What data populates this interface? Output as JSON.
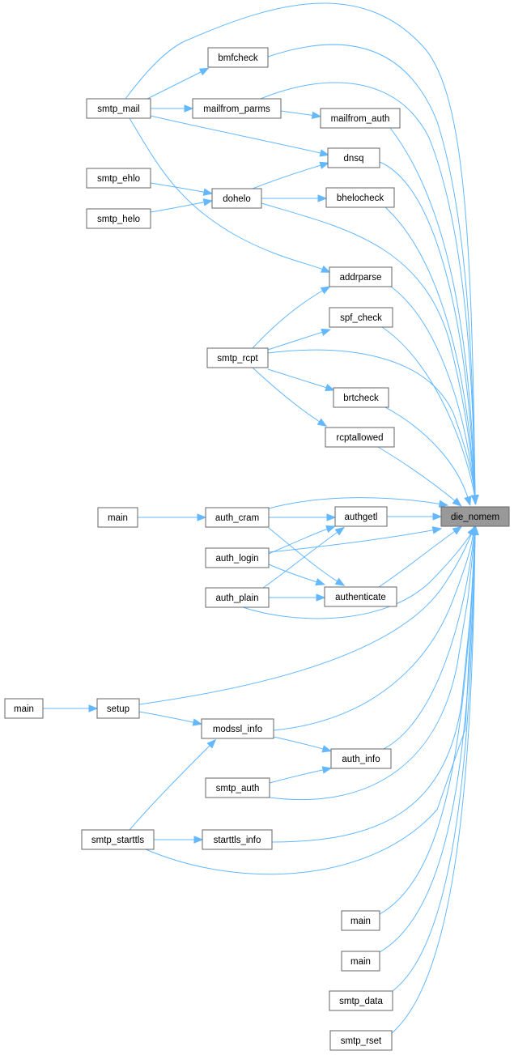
{
  "diagram": {
    "target_label": "die_nomem",
    "nodes": {
      "die_nomem": "die_nomem",
      "bmfcheck": "bmfcheck",
      "smtp_mail": "smtp_mail",
      "mailfrom_parms": "mailfrom_parms",
      "mailfrom_auth": "mailfrom_auth",
      "dnsq": "dnsq",
      "smtp_ehlo": "smtp_ehlo",
      "dohelo": "dohelo",
      "bhelocheck": "bhelocheck",
      "smtp_helo": "smtp_helo",
      "addrparse": "addrparse",
      "spf_check": "spf_check",
      "smtp_rcpt": "smtp_rcpt",
      "brtcheck": "brtcheck",
      "rcptallowed": "rcptallowed",
      "main_1": "main",
      "auth_cram": "auth_cram",
      "authgetl": "authgetl",
      "auth_login": "auth_login",
      "auth_plain": "auth_plain",
      "authenticate": "authenticate",
      "main_2": "main",
      "setup": "setup",
      "modssl_info": "modssl_info",
      "auth_info": "auth_info",
      "smtp_auth": "smtp_auth",
      "smtp_starttls": "smtp_starttls",
      "starttls_info": "starttls_info",
      "main_3": "main",
      "main_4": "main",
      "smtp_data": "smtp_data",
      "smtp_rset": "smtp_rset"
    },
    "edges": [
      [
        "smtp_mail",
        "bmfcheck"
      ],
      [
        "smtp_mail",
        "mailfrom_parms"
      ],
      [
        "smtp_mail",
        "dnsq"
      ],
      [
        "smtp_mail",
        "addrparse"
      ],
      [
        "smtp_mail",
        "die_nomem"
      ],
      [
        "bmfcheck",
        "die_nomem"
      ],
      [
        "mailfrom_parms",
        "mailfrom_auth"
      ],
      [
        "mailfrom_parms",
        "die_nomem"
      ],
      [
        "mailfrom_auth",
        "die_nomem"
      ],
      [
        "dnsq",
        "die_nomem"
      ],
      [
        "smtp_ehlo",
        "dohelo"
      ],
      [
        "smtp_helo",
        "dohelo"
      ],
      [
        "dohelo",
        "dnsq"
      ],
      [
        "dohelo",
        "bhelocheck"
      ],
      [
        "dohelo",
        "die_nomem"
      ],
      [
        "bhelocheck",
        "die_nomem"
      ],
      [
        "addrparse",
        "die_nomem"
      ],
      [
        "smtp_rcpt",
        "addrparse"
      ],
      [
        "smtp_rcpt",
        "spf_check"
      ],
      [
        "smtp_rcpt",
        "brtcheck"
      ],
      [
        "smtp_rcpt",
        "rcptallowed"
      ],
      [
        "smtp_rcpt",
        "die_nomem"
      ],
      [
        "spf_check",
        "die_nomem"
      ],
      [
        "brtcheck",
        "die_nomem"
      ],
      [
        "rcptallowed",
        "die_nomem"
      ],
      [
        "main_1",
        "auth_cram"
      ],
      [
        "auth_cram",
        "authgetl"
      ],
      [
        "auth_cram",
        "authenticate"
      ],
      [
        "auth_cram",
        "die_nomem"
      ],
      [
        "authgetl",
        "die_nomem"
      ],
      [
        "auth_login",
        "authgetl"
      ],
      [
        "auth_login",
        "authenticate"
      ],
      [
        "auth_login",
        "die_nomem"
      ],
      [
        "auth_plain",
        "authgetl"
      ],
      [
        "auth_plain",
        "authenticate"
      ],
      [
        "auth_plain",
        "die_nomem"
      ],
      [
        "authenticate",
        "die_nomem"
      ],
      [
        "main_2",
        "setup"
      ],
      [
        "setup",
        "modssl_info"
      ],
      [
        "setup",
        "die_nomem"
      ],
      [
        "modssl_info",
        "auth_info"
      ],
      [
        "modssl_info",
        "die_nomem"
      ],
      [
        "auth_info",
        "die_nomem"
      ],
      [
        "smtp_auth",
        "auth_info"
      ],
      [
        "smtp_auth",
        "die_nomem"
      ],
      [
        "smtp_starttls",
        "modssl_info"
      ],
      [
        "smtp_starttls",
        "starttls_info"
      ],
      [
        "smtp_starttls",
        "die_nomem"
      ],
      [
        "starttls_info",
        "die_nomem"
      ],
      [
        "main_3",
        "die_nomem"
      ],
      [
        "main_4",
        "die_nomem"
      ],
      [
        "smtp_data",
        "die_nomem"
      ],
      [
        "smtp_rset",
        "die_nomem"
      ]
    ]
  }
}
